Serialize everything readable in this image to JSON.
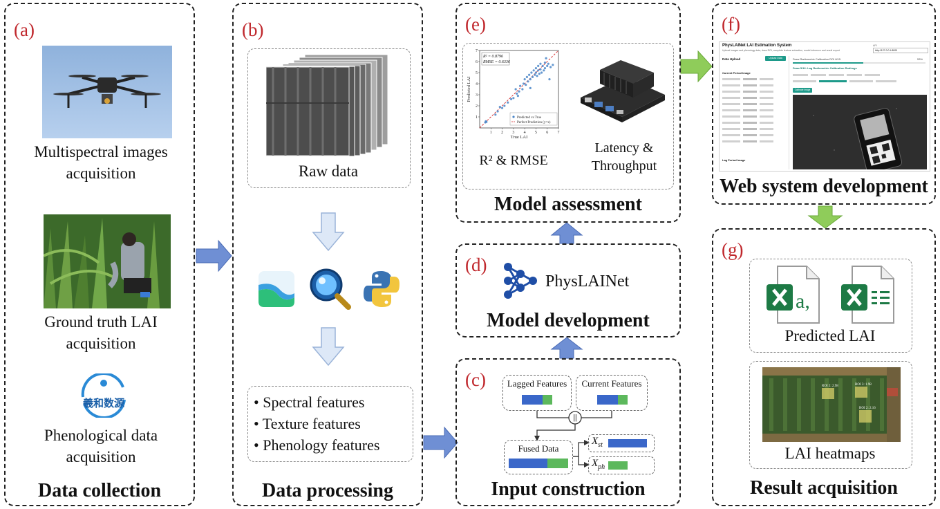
{
  "panels": {
    "a": {
      "tag": "(a)",
      "items": [
        {
          "caption_l1": "Multispectral images",
          "caption_l2": "acquisition"
        },
        {
          "caption_l1": "Ground truth LAI",
          "caption_l2": "acquisition"
        },
        {
          "caption_l1": "Phenological data",
          "caption_l2": "acquisition"
        }
      ],
      "logo_text": "羲和数源",
      "title": "Data collection"
    },
    "b": {
      "tag": "(b)",
      "raw_label": "Raw data",
      "features": [
        "• Spectral features",
        "• Texture features",
        "• Phenology features"
      ],
      "title": "Data processing"
    },
    "c": {
      "tag": "(c)",
      "lagged": "Lagged Features",
      "current": "Current Features",
      "fuse_symbol": "||",
      "fused": "Fused Data",
      "x_st_main": "X",
      "x_st_sub": "st",
      "x_ph_main": "X",
      "x_ph_sub": "ph",
      "title": "Input construction"
    },
    "d": {
      "tag": "(d)",
      "model_name": "PhysLAINet",
      "title": "Model development"
    },
    "e": {
      "tag": "(e)",
      "chart_caption": "R² & RMSE",
      "device_caption_l1": "Latency &",
      "device_caption_l2": "Throughput",
      "title": "Model assessment"
    },
    "f": {
      "tag": "(f)",
      "app_title": "PhysLAINet LAI Estimation System",
      "app_subtitle": "Upload images and phenology data, draw ROI, complete feature extraction, model inference and result export",
      "api_label": "API",
      "api_url": "http://127.0.0.1:8000",
      "sidebar_title": "Data Upload",
      "upload_button": "Upload Data",
      "section_current": "Current Period Image",
      "section_lag": "Lag Period Image",
      "roi_label": "Draw Radiometric Calibration ROI 8/15",
      "roi_percent": "53%",
      "step_label": "Draw 5/16: Lag Radiometric Calibration Rodimgs",
      "calibrate_button": "Calibrate Image",
      "title": "Web system development"
    },
    "g": {
      "tag": "(g)",
      "excel_letter_1": "a,",
      "predicted_label": "Predicted LAI",
      "roi_labels": [
        "ROI 2: 2.98",
        "ROI 3: 1.98",
        "ROI 2: 2.16"
      ],
      "heatmap_label": "LAI heatmaps",
      "title": "Result acquisition"
    }
  },
  "colors": {
    "tag_red": "#c0282d",
    "flow_arrow_blue": "#6f8fd4",
    "flow_arrow_green": "#8fcc5a",
    "bar_blue": "#3a67c9",
    "bar_green": "#5cb85c",
    "excel_green": "#1d7a45"
  },
  "chart_data": {
    "type": "scatter",
    "title": "",
    "xlabel": "True LAI",
    "ylabel": "Predicted LAI",
    "xlim": [
      0,
      7
    ],
    "ylim": [
      0,
      7
    ],
    "xticks": [
      1,
      2,
      3,
      4,
      5,
      6,
      7
    ],
    "yticks": [
      1,
      2,
      3,
      4,
      5,
      6,
      7
    ],
    "stats_line1": "R² = 0.8796",
    "stats_line2": "RMSE = 0.6336",
    "legend": [
      "Predicted vs True",
      "Perfect Prediction (y=x)"
    ],
    "reference_line": {
      "slope": 1,
      "intercept": 0
    },
    "series": [
      {
        "name": "Predicted vs True",
        "points": [
          [
            0.5,
            0.5
          ],
          [
            0.6,
            0.55
          ],
          [
            0.55,
            0.6
          ],
          [
            1.4,
            1.2
          ],
          [
            1.6,
            1.5
          ],
          [
            1.8,
            1.9
          ],
          [
            2.0,
            1.8
          ],
          [
            2.2,
            2.0
          ],
          [
            2.5,
            2.3
          ],
          [
            2.8,
            2.6
          ],
          [
            3.0,
            2.7
          ],
          [
            3.2,
            3.5
          ],
          [
            3.3,
            3.1
          ],
          [
            3.5,
            3.3
          ],
          [
            3.6,
            3.8
          ],
          [
            3.8,
            3.5
          ],
          [
            3.9,
            4.0
          ],
          [
            4.0,
            4.4
          ],
          [
            4.1,
            3.9
          ],
          [
            4.2,
            4.6
          ],
          [
            4.3,
            4.2
          ],
          [
            4.4,
            4.8
          ],
          [
            4.5,
            4.4
          ],
          [
            4.6,
            5.0
          ],
          [
            4.7,
            4.6
          ],
          [
            4.8,
            5.2
          ],
          [
            4.9,
            4.8
          ],
          [
            5.0,
            5.4
          ],
          [
            5.0,
            5.0
          ],
          [
            5.1,
            4.7
          ],
          [
            5.2,
            5.6
          ],
          [
            5.2,
            5.2
          ],
          [
            5.3,
            4.9
          ],
          [
            5.4,
            5.8
          ],
          [
            5.4,
            5.3
          ],
          [
            5.5,
            5.0
          ],
          [
            5.6,
            5.6
          ],
          [
            5.7,
            5.2
          ],
          [
            5.8,
            5.9
          ],
          [
            5.8,
            5.4
          ],
          [
            6.0,
            5.6
          ],
          [
            6.1,
            5.8
          ],
          [
            6.2,
            4.4
          ],
          [
            6.3,
            5.5
          ],
          [
            6.5,
            5.7
          ],
          [
            4.5,
            3.6
          ],
          [
            5.9,
            6.3
          ],
          [
            3.4,
            2.9
          ]
        ]
      }
    ]
  }
}
